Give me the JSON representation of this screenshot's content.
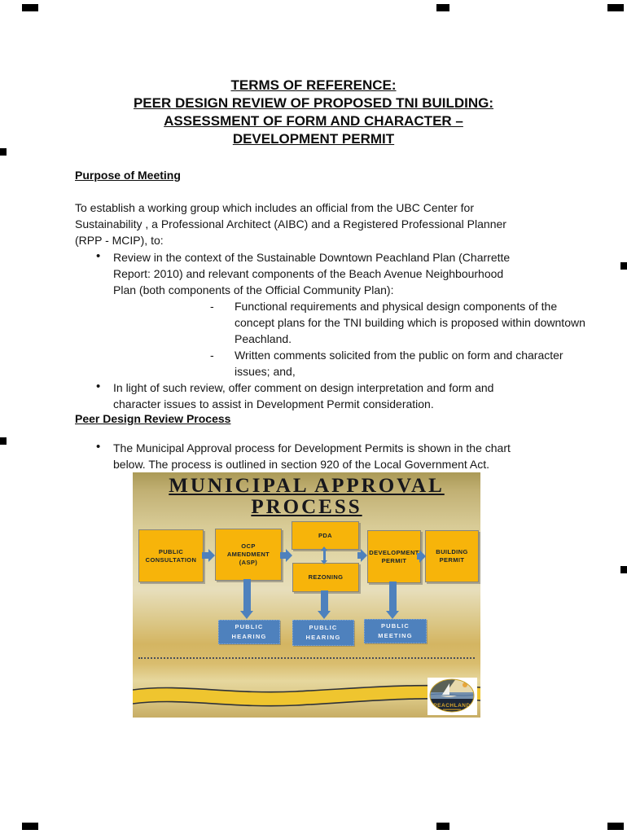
{
  "document": {
    "title_lines": [
      "TERMS OF REFERENCE:",
      "PEER DESIGN REVIEW OF PROPOSED TNI BUILDING:",
      "ASSESSMENT OF FORM AND CHARACTER –",
      "DEVELOPMENT PERMIT"
    ],
    "purpose": {
      "heading": "Purpose of Meeting",
      "intro_lines": [
        "To establish a working group which includes an official from the UBC Center for",
        "Sustainability , a Professional Architect (AIBC) and a Registered Professional Planner",
        "(RPP - MCIP), to:"
      ],
      "bullet1_lines": [
        "Review in the context of the Sustainable Downtown Peachland Plan (Charrette",
        "Report: 2010) and relevant components of the Beach Avenue Neighbourhood",
        "Plan (both components of the Official Community Plan):"
      ],
      "sub1_lines": [
        "Functional requirements and physical design components of the",
        "concept plans for the TNI building which is proposed within downtown",
        "Peachland."
      ],
      "sub2_lines": [
        "Written comments solicited from the public on form and character",
        "issues; and,"
      ],
      "bullet2_lines": [
        "In light of such review, offer comment on design interpretation and form and",
        "character issues to assist in Development Permit consideration."
      ]
    },
    "process": {
      "heading": "Peer Design Review Process",
      "bullet_lines": [
        "The Municipal Approval process for Development Permits is shown in the chart",
        "below. The process is outlined in section 920 of the Local Government Act."
      ]
    }
  },
  "diagram": {
    "title_lines": [
      "MUNICIPAL APPROVAL",
      "PROCESS"
    ],
    "nodes": {
      "public_consultation": [
        "PUBLIC",
        "CONSULTATION"
      ],
      "ocp_amendment": [
        "OCP",
        "AMENDMENT",
        "(ASP)"
      ],
      "pda": [
        "PDA"
      ],
      "rezoning": [
        "REZONING"
      ],
      "development_permit": [
        "DEVELOPMENT",
        "PERMIT"
      ],
      "building_permit": [
        "BUILDING",
        "PERMIT"
      ],
      "public_hearing_1": [
        "PUBLIC",
        "HEARING"
      ],
      "public_hearing_2": [
        "PUBLIC",
        "HEARING"
      ],
      "public_meeting": [
        "PUBLIC",
        "MEETING"
      ]
    },
    "colors": {
      "node_gold": "#F7B40A",
      "arrow_blue": "#4E81BD",
      "band_gold": "#EFC52F",
      "background_tan": "#D8C88F"
    },
    "logo_text": "PEACHLAND"
  }
}
